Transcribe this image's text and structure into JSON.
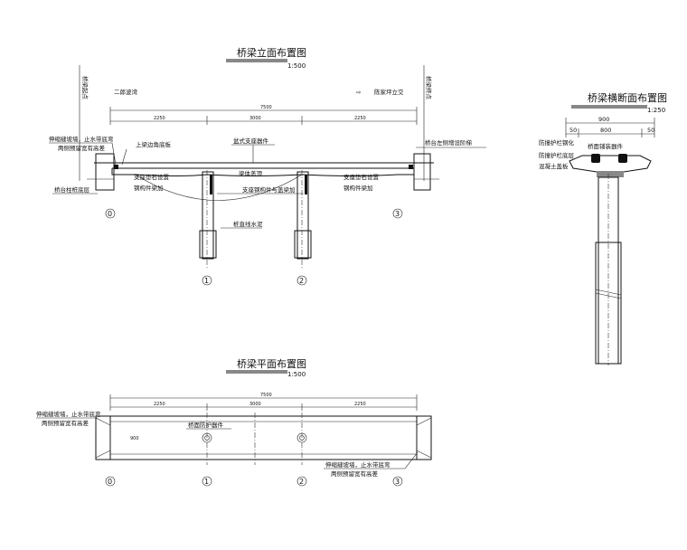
{
  "elevation": {
    "title": "桥梁立面布置图",
    "scale": "1:500",
    "left_edge_label": "桥梁起点",
    "right_edge_label": "桥梁终点",
    "road_left": "二郎波湾",
    "road_right": "陈家坪立交",
    "annotations": {
      "expansion_left": [
        "伸缩缝坡墙，止水带底弯",
        "两侧预留宽有高差"
      ],
      "beam_angle": "上梁边角底板",
      "pot_bearing": "盆式支座器件",
      "abutment_right": "桥台左侧增设阶梯",
      "abutment_base": "桥台柱桩底层",
      "bearing_left": [
        "支座垫石设置",
        "钢构件梁加"
      ],
      "box_girder": "梁体盖顶",
      "pier_beam": "支座钢构件与盖梁加",
      "bearing_right": [
        "支座垫石设置",
        "钢构件梁加"
      ],
      "pier_gap": "桩直线水泥"
    },
    "dims": {
      "total": "7500",
      "span1": "2250",
      "span2": "3000",
      "span3": "2250"
    },
    "axes": [
      "0",
      "1",
      "2",
      "3"
    ]
  },
  "cross_section": {
    "title": "桥梁横断面布置图",
    "scale": "1:250",
    "dims": {
      "total": "900",
      "left": "50",
      "middle": "800",
      "right": "50"
    },
    "annotations": {
      "guardrail_left": "防撞护栏钢化",
      "bearing": "桥面铺装器件",
      "guardrail_left2": "防撞护栏底层",
      "concrete": "混凝土盖板"
    }
  },
  "plan": {
    "title": "桥梁平面布置图",
    "scale": "1:500",
    "annotations": {
      "expansion_left": [
        "伸缩缝坡墙，止水带底弯",
        "两侧预留宽有高差"
      ],
      "deck_rail": "桥面防护器件",
      "expansion_right": [
        "伸缩缝坡墙，止水带底弯",
        "两侧预留宽有高差"
      ]
    },
    "dims": {
      "total": "7500",
      "span1": "2250",
      "span2": "3000",
      "span3": "2250",
      "width": "900"
    },
    "axes": [
      "0",
      "1",
      "2",
      "3"
    ]
  }
}
